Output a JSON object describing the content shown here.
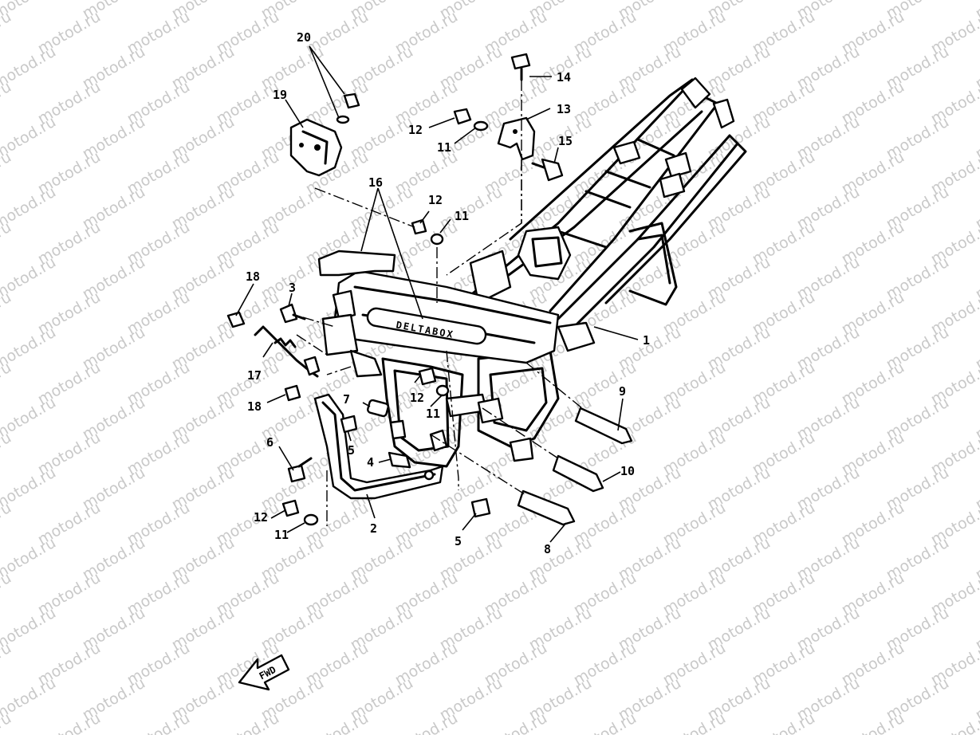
{
  "watermark": {
    "text": "motod.ru"
  },
  "frame_badge": "DELTABOX",
  "fwd_text": "FWD",
  "callouts": [
    {
      "id": "c1",
      "text": "1"
    },
    {
      "id": "c2",
      "text": "2"
    },
    {
      "id": "c3",
      "text": "3"
    },
    {
      "id": "c4",
      "text": "4"
    },
    {
      "id": "c5a",
      "text": "5"
    },
    {
      "id": "c5b",
      "text": "5"
    },
    {
      "id": "c6",
      "text": "6"
    },
    {
      "id": "c7",
      "text": "7"
    },
    {
      "id": "c8",
      "text": "8"
    },
    {
      "id": "c9",
      "text": "9"
    },
    {
      "id": "c10",
      "text": "10"
    },
    {
      "id": "c11a",
      "text": "11"
    },
    {
      "id": "c11b",
      "text": "11"
    },
    {
      "id": "c11c",
      "text": "11"
    },
    {
      "id": "c11d",
      "text": "11"
    },
    {
      "id": "c12a",
      "text": "12"
    },
    {
      "id": "c12b",
      "text": "12"
    },
    {
      "id": "c12c",
      "text": "12"
    },
    {
      "id": "c12d",
      "text": "12"
    },
    {
      "id": "c13",
      "text": "13"
    },
    {
      "id": "c14",
      "text": "14"
    },
    {
      "id": "c15",
      "text": "15"
    },
    {
      "id": "c16",
      "text": "16"
    },
    {
      "id": "c17",
      "text": "17"
    },
    {
      "id": "c18a",
      "text": "18"
    },
    {
      "id": "c18b",
      "text": "18"
    },
    {
      "id": "c19",
      "text": "19"
    },
    {
      "id": "c20",
      "text": "20"
    }
  ]
}
